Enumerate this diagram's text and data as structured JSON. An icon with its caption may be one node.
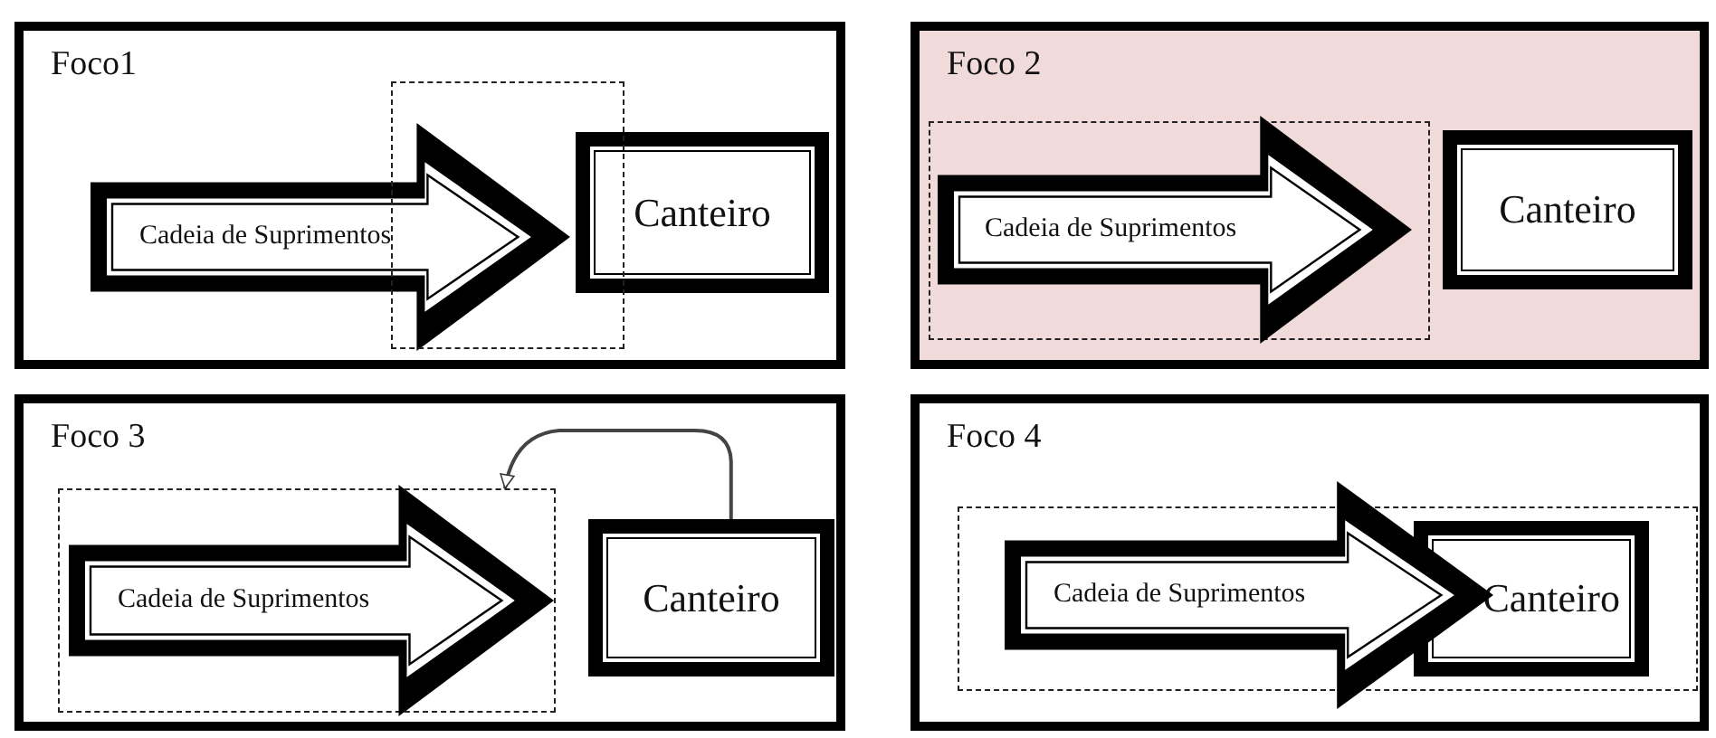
{
  "diagram": {
    "nodes": [
      {
        "text": [
          "Foco1"
        ]
      },
      {
        "text": [],
        "shape": "box",
        "in": 0
      },
      {
        "text": [
          "Cadeia de Suprimentos"
        ],
        "in": 0
      },
      {
        "text": [
          "Canteiro"
        ],
        "in": 0
      },
      {
        "text": [
          "Foco 2"
        ]
      },
      {
        "text": [],
        "shape": "box",
        "in": 4
      },
      {
        "text": [
          "Cadeia de Suprimentos"
        ],
        "in": 5
      },
      {
        "text": [
          "Canteiro"
        ],
        "in": 4
      },
      {
        "text": [
          "Foco 3"
        ]
      },
      {
        "text": [],
        "shape": "box",
        "in": 8
      },
      {
        "text": [
          "Cadeia de Suprimentos"
        ],
        "in": 9
      },
      {
        "text": [
          "Canteiro"
        ],
        "in": 8
      },
      {
        "text": [
          "Foco 4"
        ]
      },
      {
        "text": [],
        "shape": "box",
        "in": 12
      },
      {
        "text": [
          "Cadeia de Suprimentos"
        ],
        "in": 13
      },
      {
        "text": [
          "Canteiro"
        ],
        "in": 13
      }
    ],
    "edges": [
      {
        "from": 11,
        "to": 9,
        "arrow": "to"
      }
    ]
  }
}
